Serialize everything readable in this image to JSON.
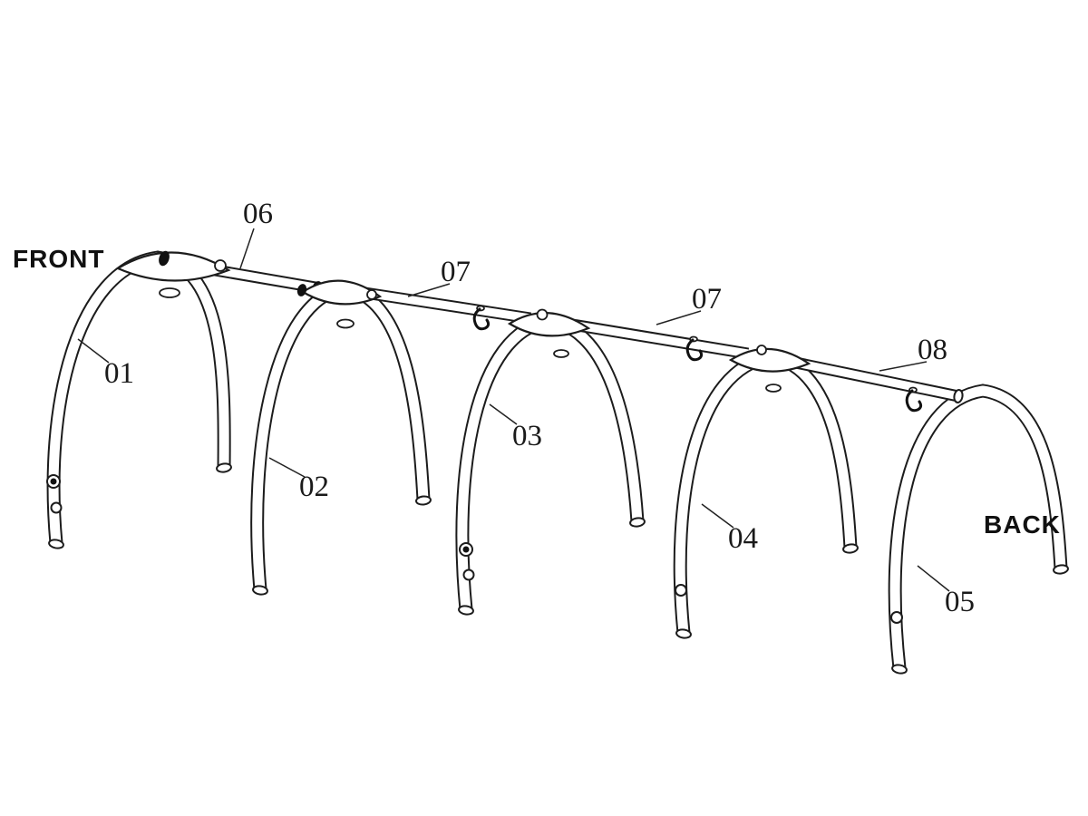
{
  "diagram": {
    "front_label": "FRONT",
    "back_label": "BACK",
    "part_labels": {
      "arch_01": "01",
      "arch_02": "02",
      "arch_03": "03",
      "arch_04": "04",
      "arch_05": "05",
      "ridge_06": "06",
      "ridge_07_front": "07",
      "ridge_07_back": "07",
      "ridge_08": "08"
    },
    "colors": {
      "line": "#1c1c1c",
      "background": "#ffffff"
    }
  }
}
